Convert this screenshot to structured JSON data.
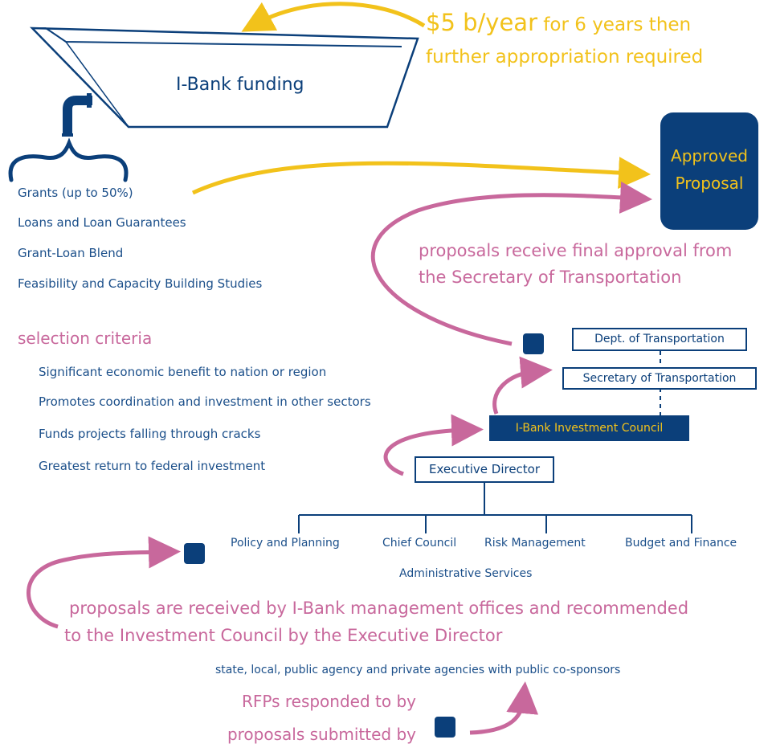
{
  "funding": {
    "tank_label": "I-Bank funding",
    "amount": "$5 b/year",
    "amount_rest": " for 6 years then",
    "amount_line2": "further appropriation required"
  },
  "instruments": [
    "Grants (up to 50%)",
    "Loans and Loan Guarantees",
    "Grant-Loan Blend",
    "Feasibility and Capacity Building Studies"
  ],
  "approved": {
    "line1": "Approved",
    "line2": "Proposal"
  },
  "final_approval": {
    "line1": "proposals receive final approval from",
    "line2": "the Secretary of Transportation"
  },
  "selection": {
    "heading": "selection criteria",
    "items": [
      "Significant economic benefit to nation or region",
      "Promotes coordination and investment in other sectors",
      "Funds projects falling through cracks",
      "Greatest return to federal investment"
    ]
  },
  "org": {
    "dot": "Dept. of Transportation",
    "secretary": "Secretary of Transportation",
    "council": "I-Bank Investment Council",
    "director": "Executive Director",
    "offices": [
      "Policy and Planning",
      "Chief Council",
      "Risk Management",
      "Budget and Finance"
    ],
    "admin": "Administrative Services"
  },
  "received": {
    "line1": "proposals are received by I-Bank management offices and recommended",
    "line2": "to the Investment Council by the Executive Director"
  },
  "agencies": "state, local, public agency and private agencies with public co-sponsors",
  "rfp": {
    "line1": "RFPs responded to by",
    "line2": "proposals submitted by"
  },
  "colors": {
    "navy": "#0b3f7a",
    "gold": "#f2c21b",
    "pink": "#c8689c",
    "blue_text": "#1b4f8a"
  }
}
